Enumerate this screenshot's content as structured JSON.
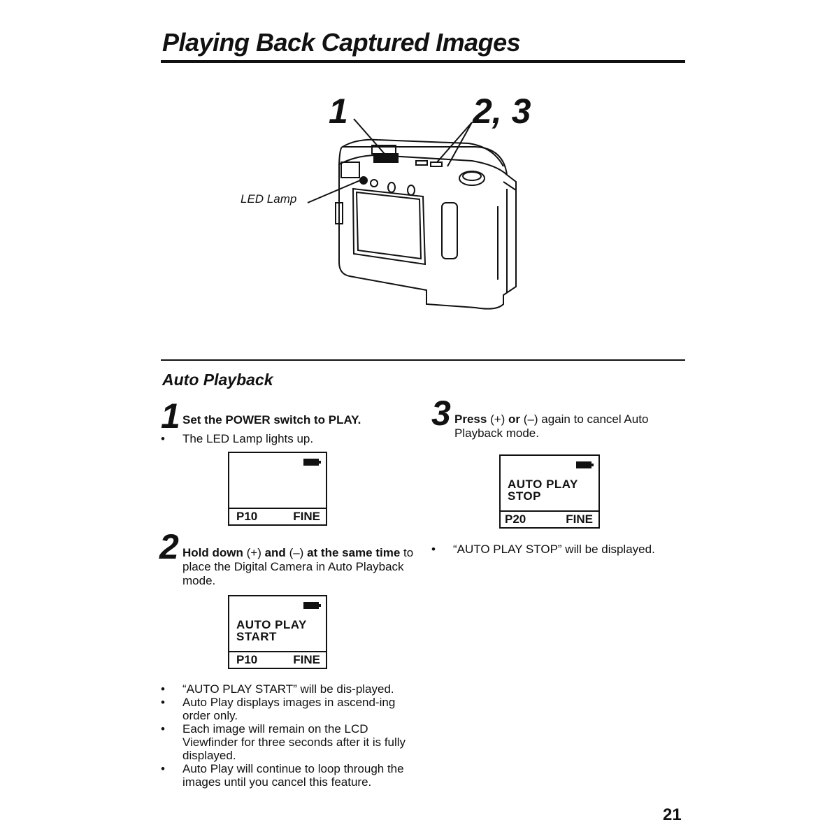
{
  "page": {
    "title": "Playing Back Captured Images",
    "page_number": "21"
  },
  "figure": {
    "callout_1": "1",
    "callout_23": "2, 3",
    "led_label": "LED Lamp"
  },
  "section": {
    "heading": "Auto Playback"
  },
  "step1": {
    "number": "1",
    "instruction": "Set the POWER switch to PLAY.",
    "bullets": [
      "The LED Lamp lights up."
    ],
    "lcd": {
      "mode": "P10",
      "quality": "FINE"
    }
  },
  "step2": {
    "number": "2",
    "instr_bold_a": "Hold down",
    "plus": "(+)",
    "instr_bold_b": "and",
    "minus": "(–)",
    "instr_bold_c": "at the same time",
    "instr_rest": " to place the Digital Camera in Auto Playback mode.",
    "lcd": {
      "message_line1": "AUTO PLAY",
      "message_line2": "START",
      "mode": "P10",
      "quality": "FINE"
    },
    "bullets": [
      "“AUTO PLAY START” will be dis-played.",
      "Auto Play displays images in ascend-ing order only.",
      "Each image will remain on the LCD Viewfinder for three seconds after it is fully displayed.",
      "Auto Play will continue to loop through the images until you cancel this feature."
    ]
  },
  "step3": {
    "number": "3",
    "instr_bold_a": "Press",
    "plus": "(+)",
    "instr_bold_b": "or",
    "minus": "(–)",
    "instr_rest": " again to cancel Auto Playback mode.",
    "lcd": {
      "message_line1": "AUTO PLAY",
      "message_line2": "STOP",
      "mode": "P20",
      "quality": "FINE"
    },
    "bullets": [
      "“AUTO PLAY STOP” will be displayed."
    ]
  }
}
